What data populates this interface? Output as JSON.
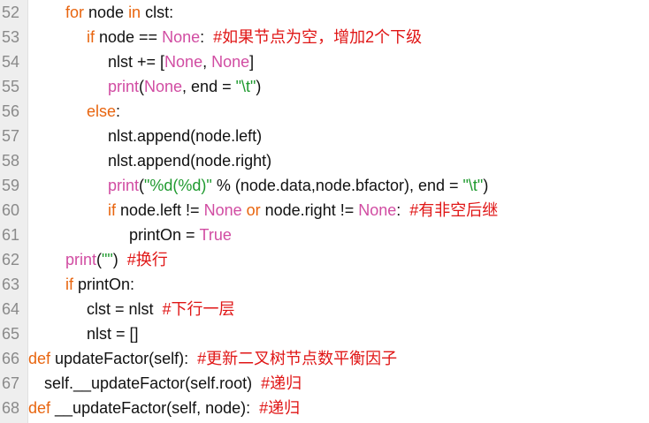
{
  "code_view": {
    "lines": [
      {
        "no": "52",
        "indent": 74,
        "tokens": [
          {
            "t": "for",
            "c": "kw"
          },
          {
            "t": " node ",
            "c": "pl"
          },
          {
            "t": "in",
            "c": "kw"
          },
          {
            "t": " clst:",
            "c": "pl"
          }
        ]
      },
      {
        "no": "53",
        "indent": 98,
        "tokens": [
          {
            "t": "if",
            "c": "kw"
          },
          {
            "t": " node == ",
            "c": "pl"
          },
          {
            "t": "None",
            "c": "bi"
          },
          {
            "t": ":  ",
            "c": "pl"
          },
          {
            "t": "#如果节点为空，增加2个下级",
            "c": "cm"
          }
        ]
      },
      {
        "no": "54",
        "indent": 122,
        "tokens": [
          {
            "t": "nlst += [",
            "c": "pl"
          },
          {
            "t": "None",
            "c": "bi"
          },
          {
            "t": ", ",
            "c": "pl"
          },
          {
            "t": "None",
            "c": "bi"
          },
          {
            "t": "]",
            "c": "pl"
          }
        ]
      },
      {
        "no": "55",
        "indent": 122,
        "tokens": [
          {
            "t": "print",
            "c": "bi"
          },
          {
            "t": "(",
            "c": "pl"
          },
          {
            "t": "None",
            "c": "bi"
          },
          {
            "t": ", end = ",
            "c": "pl"
          },
          {
            "t": "\"\\t\"",
            "c": "str"
          },
          {
            "t": ")",
            "c": "pl"
          }
        ]
      },
      {
        "no": "56",
        "indent": 98,
        "tokens": [
          {
            "t": "else",
            "c": "kw"
          },
          {
            "t": ":",
            "c": "pl"
          }
        ]
      },
      {
        "no": "57",
        "indent": 122,
        "tokens": [
          {
            "t": "nlst.append(node.left)",
            "c": "pl"
          }
        ]
      },
      {
        "no": "58",
        "indent": 122,
        "tokens": [
          {
            "t": "nlst.append(node.right)",
            "c": "pl"
          }
        ]
      },
      {
        "no": "59",
        "indent": 122,
        "tokens": [
          {
            "t": "print",
            "c": "bi"
          },
          {
            "t": "(",
            "c": "pl"
          },
          {
            "t": "\"%d(%d)\"",
            "c": "str"
          },
          {
            "t": " % (node.data,node.bfactor), end = ",
            "c": "pl"
          },
          {
            "t": "\"\\t\"",
            "c": "str"
          },
          {
            "t": ")",
            "c": "pl"
          }
        ]
      },
      {
        "no": "60",
        "indent": 122,
        "tokens": [
          {
            "t": "if",
            "c": "kw"
          },
          {
            "t": " node.left != ",
            "c": "pl"
          },
          {
            "t": "None",
            "c": "bi"
          },
          {
            "t": " ",
            "c": "pl"
          },
          {
            "t": "or",
            "c": "kw"
          },
          {
            "t": " node.right != ",
            "c": "pl"
          },
          {
            "t": "None",
            "c": "bi"
          },
          {
            "t": ":  ",
            "c": "pl"
          },
          {
            "t": "#有非空后继",
            "c": "cm"
          }
        ]
      },
      {
        "no": "61",
        "indent": 146,
        "tokens": [
          {
            "t": "printOn = ",
            "c": "pl"
          },
          {
            "t": "True",
            "c": "bi"
          }
        ]
      },
      {
        "no": "62",
        "indent": 74,
        "tokens": [
          {
            "t": "print",
            "c": "bi"
          },
          {
            "t": "(",
            "c": "pl"
          },
          {
            "t": "\"\"",
            "c": "str"
          },
          {
            "t": ")  ",
            "c": "pl"
          },
          {
            "t": "#换行",
            "c": "cm"
          }
        ]
      },
      {
        "no": "63",
        "indent": 74,
        "tokens": [
          {
            "t": "if",
            "c": "kw"
          },
          {
            "t": " printOn:",
            "c": "pl"
          }
        ]
      },
      {
        "no": "64",
        "indent": 98,
        "tokens": [
          {
            "t": "clst = nlst  ",
            "c": "pl"
          },
          {
            "t": "#下行一层",
            "c": "cm"
          }
        ]
      },
      {
        "no": "65",
        "indent": 98,
        "tokens": [
          {
            "t": "nlst = []",
            "c": "pl"
          }
        ]
      },
      {
        "no": "66",
        "indent": 26,
        "tokens": [
          {
            "t": "def",
            "c": "kw"
          },
          {
            "t": " updateFactor(self):  ",
            "c": "pl"
          },
          {
            "t": "#更新二叉树节点数平衡因子",
            "c": "cm"
          }
        ]
      },
      {
        "no": "67",
        "indent": 50,
        "tokens": [
          {
            "t": "self.__updateFactor(self.root)  ",
            "c": "pl"
          },
          {
            "t": "#递归",
            "c": "cm"
          }
        ]
      },
      {
        "no": "68",
        "indent": 26,
        "tokens": [
          {
            "t": "def",
            "c": "kw"
          },
          {
            "t": " __updateFactor(self, node):  ",
            "c": "pl"
          },
          {
            "t": "#递归",
            "c": "cm"
          }
        ]
      }
    ]
  }
}
